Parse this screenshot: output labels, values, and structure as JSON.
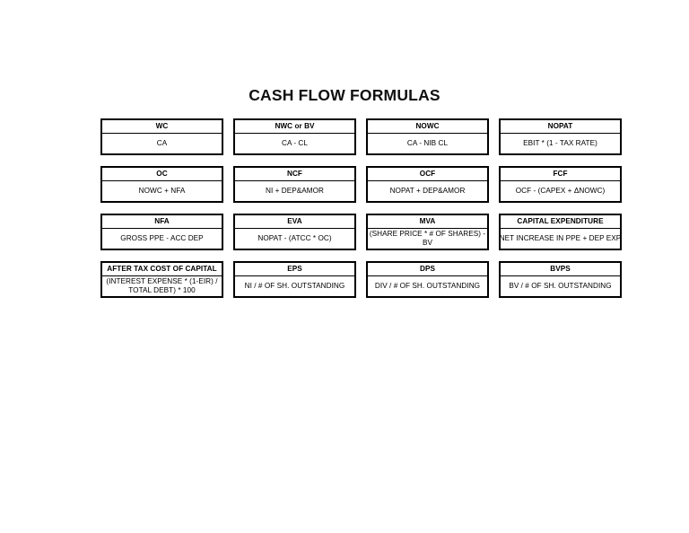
{
  "document": {
    "title": "CASH FLOW FORMULAS"
  },
  "cards": [
    {
      "term": "WC",
      "formula": "CA"
    },
    {
      "term": "NWC or BV",
      "formula": "CA - CL"
    },
    {
      "term": "NOWC",
      "formula": "CA - NIB CL"
    },
    {
      "term": "NOPAT",
      "formula": "EBIT * (1 - TAX RATE)"
    },
    {
      "term": "OC",
      "formula": "NOWC + NFA"
    },
    {
      "term": "NCF",
      "formula": "NI + DEP&AMOR"
    },
    {
      "term": "OCF",
      "formula": "NOPAT + DEP&AMOR"
    },
    {
      "term": "FCF",
      "formula": "OCF - (CAPEX + ΔNOWC)"
    },
    {
      "term": "NFA",
      "formula": "GROSS PPE - ACC DEP"
    },
    {
      "term": "EVA",
      "formula": "NOPAT - (ATCC * OC)"
    },
    {
      "term": "MVA",
      "formula": "(SHARE PRICE * # OF SHARES) - BV"
    },
    {
      "term": "CAPITAL EXPENDITURE",
      "formula": "NET INCREASE IN PPE + DEP EXP"
    },
    {
      "term": "AFTER TAX COST OF CAPITAL",
      "formula": "(INTEREST EXPENSE * (1-EIR) / TOTAL DEBT) * 100"
    },
    {
      "term": "EPS",
      "formula": "NI / # OF SH. OUTSTANDING"
    },
    {
      "term": "DPS",
      "formula": "DIV / # OF SH. OUTSTANDING"
    },
    {
      "term": "BVPS",
      "formula": "BV / # OF SH. OUTSTANDING"
    }
  ]
}
